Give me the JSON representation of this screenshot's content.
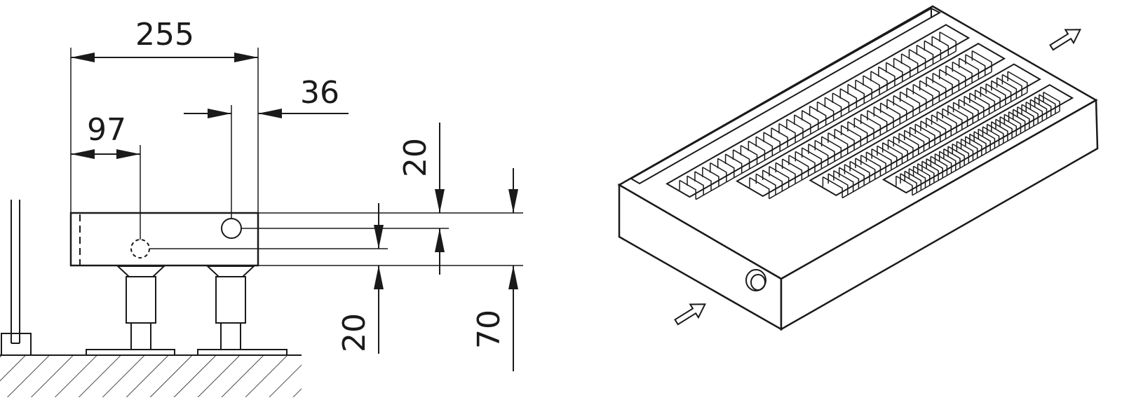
{
  "diagram": {
    "side_view": {
      "dimensions": {
        "overall_width": "255",
        "pipe_offset_right": "36",
        "pipe_offset_left": "97",
        "top_offset": "20",
        "bottom_offset": "20",
        "height": "70"
      }
    },
    "isometric_view": {
      "airflow_in_icon": "arrow-in",
      "airflow_out_icon": "arrow-out"
    }
  }
}
